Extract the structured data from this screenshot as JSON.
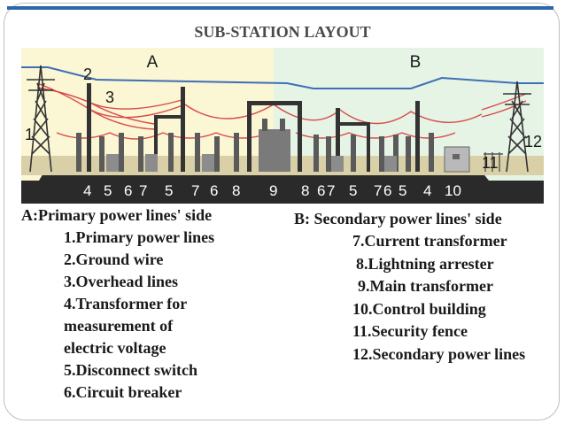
{
  "title": "SUB-STATION LAYOUT",
  "diagram": {
    "section_a": "A",
    "section_b": "B",
    "label_1": "1",
    "label_2": "2",
    "label_3": "3",
    "label_11": "11",
    "label_12": "12",
    "bottom_numbers": [
      "4",
      "5",
      "6",
      "7",
      "5",
      "7",
      "6",
      "8",
      "9",
      "8",
      "6",
      "7",
      "5",
      "7",
      "6",
      "5",
      "4",
      "10"
    ],
    "colors": {
      "zone_a": "#fbf6d4",
      "zone_b": "#e6f4e6",
      "ground": "#2a2a2a",
      "lines": "#d94a4a",
      "ground_wire": "#3e6fb5",
      "tower": "#333333"
    }
  },
  "legend_a": {
    "heading": "A:Primary power lines' side",
    "items": [
      "1.Primary power lines",
      "2.Ground wire",
      "3.Overhead lines",
      "4.Transformer for",
      "measurement of",
      "electric voltage",
      "5.Disconnect switch",
      "6.Circuit breaker"
    ]
  },
  "legend_b": {
    "heading": "B: Secondary power lines' side",
    "items": [
      "7.Current transformer",
      "8.Lightning arrester",
      "9.Main transformer",
      "10.Control building",
      "11.Security fence",
      "12.Secondary power lines"
    ]
  }
}
